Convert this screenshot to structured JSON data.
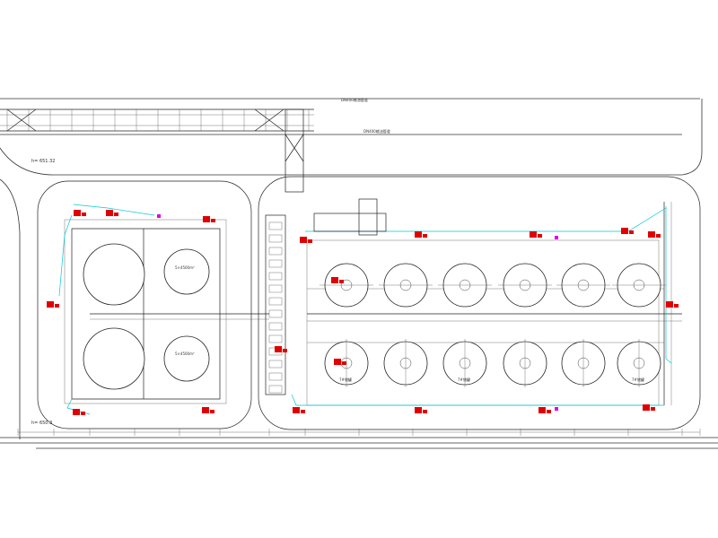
{
  "labels": {
    "elev_top": "h= 651.32",
    "elev_bottom": "h= 650.3",
    "top_note_1": "DN400输油管道",
    "top_note_2": "DN400输油管道"
  },
  "colors": {
    "line": "#222222",
    "signal": "#00c8d8",
    "marker": "#e00000",
    "accent": "#e000e0"
  },
  "tanks_left": [
    {
      "id": "left-tank-1",
      "label": ""
    },
    {
      "id": "left-tank-2",
      "label": "5×4500m³"
    },
    {
      "id": "left-tank-3",
      "label": ""
    },
    {
      "id": "left-tank-4",
      "label": "5×4500m³"
    }
  ],
  "tanks_right_top": [
    {
      "id": "rt-1",
      "label": ""
    },
    {
      "id": "rt-2",
      "label": ""
    },
    {
      "id": "rt-3",
      "label": ""
    },
    {
      "id": "rt-4",
      "label": ""
    },
    {
      "id": "rt-5",
      "label": ""
    },
    {
      "id": "rt-6",
      "label": ""
    }
  ],
  "tanks_right_bottom": [
    {
      "id": "rb-1",
      "label": "7#储罐"
    },
    {
      "id": "rb-2",
      "label": ""
    },
    {
      "id": "rb-3",
      "label": "7#储罐"
    },
    {
      "id": "rb-4",
      "label": ""
    },
    {
      "id": "rb-5",
      "label": ""
    },
    {
      "id": "rb-6",
      "label": "7#储罐"
    }
  ]
}
